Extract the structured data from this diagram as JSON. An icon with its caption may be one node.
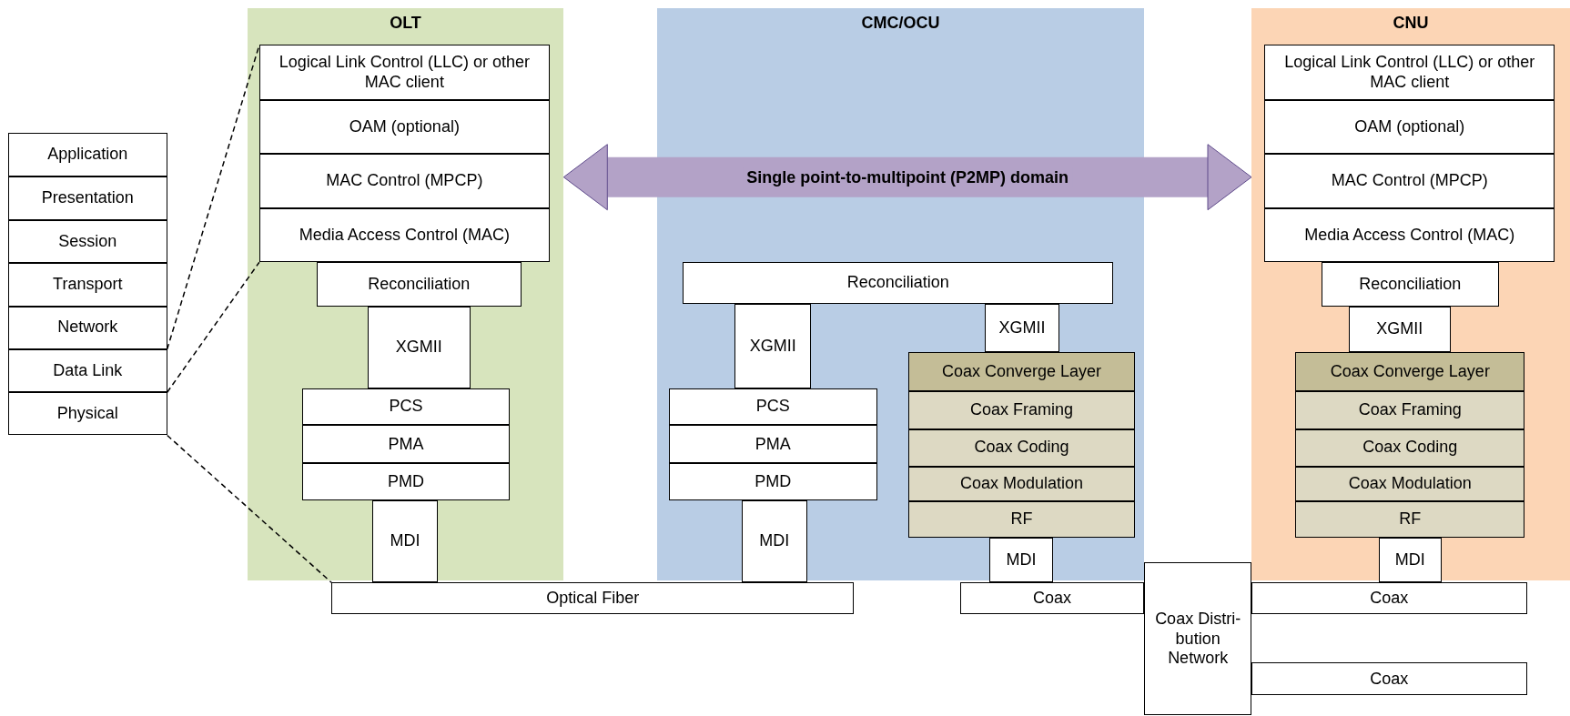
{
  "diagram": {
    "nodes": [
      {
        "text": [
          "Application"
        ]
      },
      {
        "text": [
          "Presentation"
        ]
      },
      {
        "text": [
          "Session"
        ]
      },
      {
        "text": [
          "Transport"
        ]
      },
      {
        "text": [
          "Network"
        ]
      },
      {
        "text": [
          "Data Link"
        ]
      },
      {
        "text": [
          "Physical"
        ]
      },
      {
        "text": [
          "OLT"
        ]
      },
      {
        "text": [
          "Logical Link Control (LLC) or other MAC client"
        ],
        "in": 7
      },
      {
        "text": [
          "OAM (optional)"
        ],
        "in": 7
      },
      {
        "text": [
          "MAC Control (MPCP)"
        ],
        "in": 7
      },
      {
        "text": [
          "Media Access Control (MAC)"
        ],
        "in": 7
      },
      {
        "text": [
          "Reconciliation"
        ],
        "in": 7
      },
      {
        "text": [
          "XGMII"
        ],
        "in": 7
      },
      {
        "text": [
          "PCS"
        ],
        "in": 7
      },
      {
        "text": [
          "PMA"
        ],
        "in": 7
      },
      {
        "text": [
          "PMD"
        ],
        "in": 7
      },
      {
        "text": [
          "MDI"
        ],
        "in": 7
      },
      {
        "text": [
          "CMC/OCU"
        ]
      },
      {
        "text": [
          "Reconciliation"
        ],
        "in": 18
      },
      {
        "text": [
          "XGMII"
        ],
        "in": 18
      },
      {
        "text": [
          "XGMII"
        ],
        "in": 18
      },
      {
        "text": [
          "PCS"
        ],
        "in": 18
      },
      {
        "text": [
          "PMA"
        ],
        "in": 18
      },
      {
        "text": [
          "PMD"
        ],
        "in": 18
      },
      {
        "text": [
          "Coax Converge Layer"
        ],
        "in": 18
      },
      {
        "text": [
          "Coax Framing"
        ],
        "in": 18
      },
      {
        "text": [
          "Coax Coding"
        ],
        "in": 18
      },
      {
        "text": [
          "Coax Modulation"
        ],
        "in": 18
      },
      {
        "text": [
          "RF"
        ],
        "in": 18
      },
      {
        "text": [
          "MDI"
        ],
        "in": 18
      },
      {
        "text": [
          "MDI"
        ],
        "in": 18
      },
      {
        "text": [
          "CNU"
        ]
      },
      {
        "text": [
          "Logical Link Control (LLC) or other MAC client"
        ],
        "in": 32
      },
      {
        "text": [
          "OAM (optional)"
        ],
        "in": 32
      },
      {
        "text": [
          "MAC Control (MPCP)"
        ],
        "in": 32
      },
      {
        "text": [
          "Media Access Control (MAC)"
        ],
        "in": 32
      },
      {
        "text": [
          "Reconciliation"
        ],
        "in": 32
      },
      {
        "text": [
          "XGMII"
        ],
        "in": 32
      },
      {
        "text": [
          "Coax Converge Layer"
        ],
        "in": 32
      },
      {
        "text": [
          "Coax Framing"
        ],
        "in": 32
      },
      {
        "text": [
          "Coax Coding"
        ],
        "in": 32
      },
      {
        "text": [
          "Coax Modulation"
        ],
        "in": 32
      },
      {
        "text": [
          "RF"
        ],
        "in": 32
      },
      {
        "text": [
          "MDI"
        ],
        "in": 32
      },
      {
        "text": [
          "Optical Fiber"
        ]
      },
      {
        "text": [
          "Coax"
        ]
      },
      {
        "text": [
          "Coax Distri-bution Network"
        ]
      },
      {
        "text": [
          "Coax"
        ]
      },
      {
        "text": [
          "Coax"
        ]
      }
    ],
    "edges": [
      {
        "from": 7,
        "to": 32,
        "arrow": "both",
        "label": "Single point-to-multipoint (P2MP) domain",
        "style": "thick",
        "color": "#b3a2c7"
      },
      {
        "from": 5,
        "to": 8,
        "arrow": "none",
        "style": "dashed"
      },
      {
        "from": 5,
        "to": 11,
        "arrow": "none",
        "style": "dashed"
      },
      {
        "from": 6,
        "to": 45,
        "arrow": "none",
        "style": "dashed"
      }
    ]
  }
}
